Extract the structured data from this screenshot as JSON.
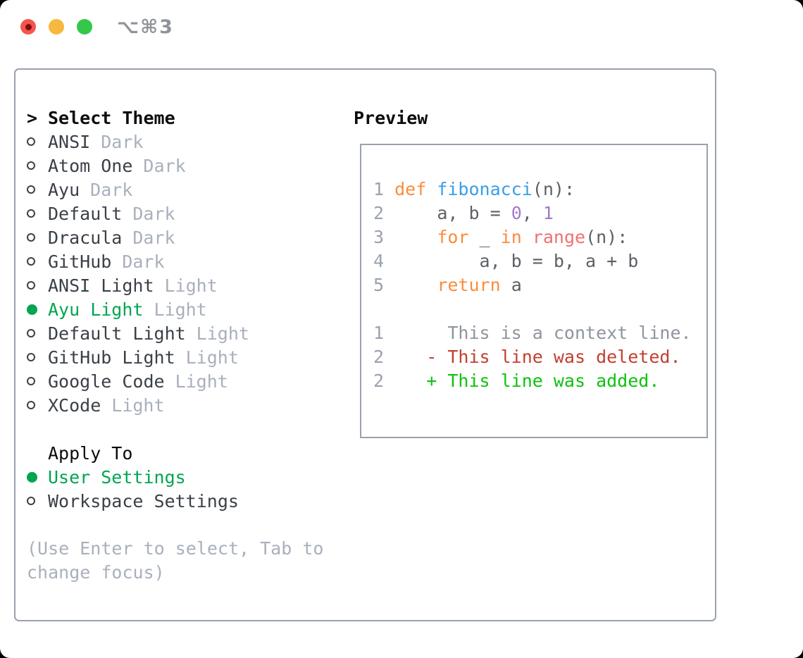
{
  "window": {
    "title": "⌥⌘3",
    "buttons": [
      "close",
      "minimize",
      "zoom"
    ]
  },
  "colors": {
    "panel_border": "#99a1ae",
    "selected_green": "#00a550",
    "item_text": "#3b4048",
    "muted_gray": "#a9b0bc",
    "traffic_red": "#f4554e",
    "traffic_yellow": "#f6b83d",
    "traffic_green": "#34c74a",
    "code_keyword": "#fa8d3e",
    "code_function": "#399ee6",
    "code_call": "#f07171",
    "code_number": "#a37acc",
    "code_foreground": "#5c6166",
    "line_number": "#9aa2af",
    "diff_deleted": "#c23f2e",
    "diff_added": "#0ec20e"
  },
  "theme_picker": {
    "prompt": ">",
    "header": "Select Theme",
    "items": [
      {
        "name": "ANSI",
        "tag": "Dark",
        "selected": false
      },
      {
        "name": "Atom One",
        "tag": "Dark",
        "selected": false
      },
      {
        "name": "Ayu",
        "tag": "Dark",
        "selected": false
      },
      {
        "name": "Default",
        "tag": "Dark",
        "selected": false
      },
      {
        "name": "Dracula",
        "tag": "Dark",
        "selected": false
      },
      {
        "name": "GitHub",
        "tag": "Dark",
        "selected": false
      },
      {
        "name": "ANSI Light",
        "tag": "Light",
        "selected": false
      },
      {
        "name": "Ayu Light",
        "tag": "Light",
        "selected": true
      },
      {
        "name": "Default Light",
        "tag": "Light",
        "selected": false
      },
      {
        "name": "GitHub Light",
        "tag": "Light",
        "selected": false
      },
      {
        "name": "Google Code",
        "tag": "Light",
        "selected": false
      },
      {
        "name": "XCode",
        "tag": "Light",
        "selected": false
      }
    ]
  },
  "apply_to": {
    "header": "Apply To",
    "options": [
      {
        "label": "User Settings",
        "selected": true
      },
      {
        "label": "Workspace Settings",
        "selected": false
      }
    ]
  },
  "help": {
    "lines": [
      "(Use Enter to select, Tab to",
      "change focus)"
    ]
  },
  "preview": {
    "header": "Preview",
    "lines": [
      [],
      [
        [
          "ln",
          "1 "
        ],
        [
          "kw",
          "def"
        ],
        [
          "fg",
          " "
        ],
        [
          "fn",
          "fibonacci"
        ],
        [
          "fg",
          "(n):"
        ]
      ],
      [
        [
          "ln",
          "2 "
        ],
        [
          "fg",
          "    a, b = "
        ],
        [
          "num",
          "0"
        ],
        [
          "fg",
          ", "
        ],
        [
          "num",
          "1"
        ]
      ],
      [
        [
          "ln",
          "3 "
        ],
        [
          "fg",
          "    "
        ],
        [
          "kw",
          "for"
        ],
        [
          "fg",
          " _ "
        ],
        [
          "kw",
          "in"
        ],
        [
          "fg",
          " "
        ],
        [
          "call",
          "range"
        ],
        [
          "fg",
          "(n):"
        ]
      ],
      [
        [
          "ln",
          "4 "
        ],
        [
          "fg",
          "        a, b = b, a + b"
        ]
      ],
      [
        [
          "ln",
          "5 "
        ],
        [
          "fg",
          "    "
        ],
        [
          "kw",
          "return"
        ],
        [
          "fg",
          " a"
        ]
      ],
      [],
      [
        [
          "ln",
          "1 "
        ],
        [
          "ctx",
          "     This is a context line."
        ]
      ],
      [
        [
          "ln",
          "2 "
        ],
        [
          "del",
          "   - This line was deleted."
        ]
      ],
      [
        [
          "ln",
          "2 "
        ],
        [
          "add",
          "   + This line was added."
        ]
      ]
    ]
  }
}
